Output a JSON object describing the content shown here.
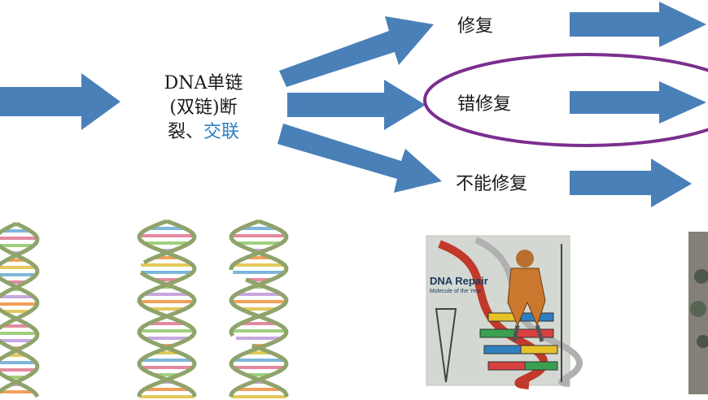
{
  "center_text": {
    "line1": "DNA单链",
    "line2": "(双链)断",
    "line3_prefix": "裂、",
    "line3_highlight": "交联"
  },
  "outcomes": {
    "repair": "修复",
    "misrepair": "错修复",
    "no_repair": "不能修复"
  },
  "poster": {
    "title": "DNA Repair",
    "subtitle": "Molecule of the Year"
  },
  "colors": {
    "arrow": "#4a80b8",
    "ellipse": "#7b2f8e",
    "highlight_text": "#2a7fc1"
  }
}
